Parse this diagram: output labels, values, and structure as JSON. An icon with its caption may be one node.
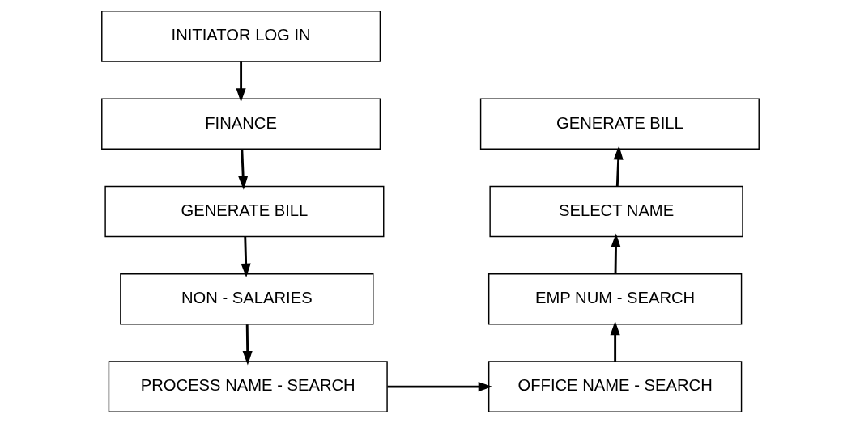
{
  "diagram": {
    "nodes": [
      {
        "text": [
          "INITIATOR LOG IN"
        ]
      },
      {
        "text": [
          "FINANCE"
        ]
      },
      {
        "text": [
          "GENERATE BILL"
        ]
      },
      {
        "text": [
          "NON - SALARIES"
        ]
      },
      {
        "text": [
          "PROCESS NAME - SEARCH"
        ]
      },
      {
        "text": [
          "GENERATE BILL"
        ]
      },
      {
        "text": [
          "SELECT NAME"
        ]
      },
      {
        "text": [
          "EMP NUM - SEARCH"
        ]
      },
      {
        "text": [
          "OFFICE NAME - SEARCH"
        ]
      }
    ],
    "edges": [
      {
        "from": 0,
        "to": 1,
        "arrow": "to"
      },
      {
        "from": 1,
        "to": 2,
        "arrow": "to"
      },
      {
        "from": 2,
        "to": 3,
        "arrow": "to"
      },
      {
        "from": 3,
        "to": 4,
        "arrow": "to"
      },
      {
        "from": 4,
        "to": 8,
        "arrow": "to"
      },
      {
        "from": 8,
        "to": 7,
        "arrow": "to"
      },
      {
        "from": 7,
        "to": 6,
        "arrow": "to"
      },
      {
        "from": 6,
        "to": 5,
        "arrow": "to"
      }
    ]
  }
}
